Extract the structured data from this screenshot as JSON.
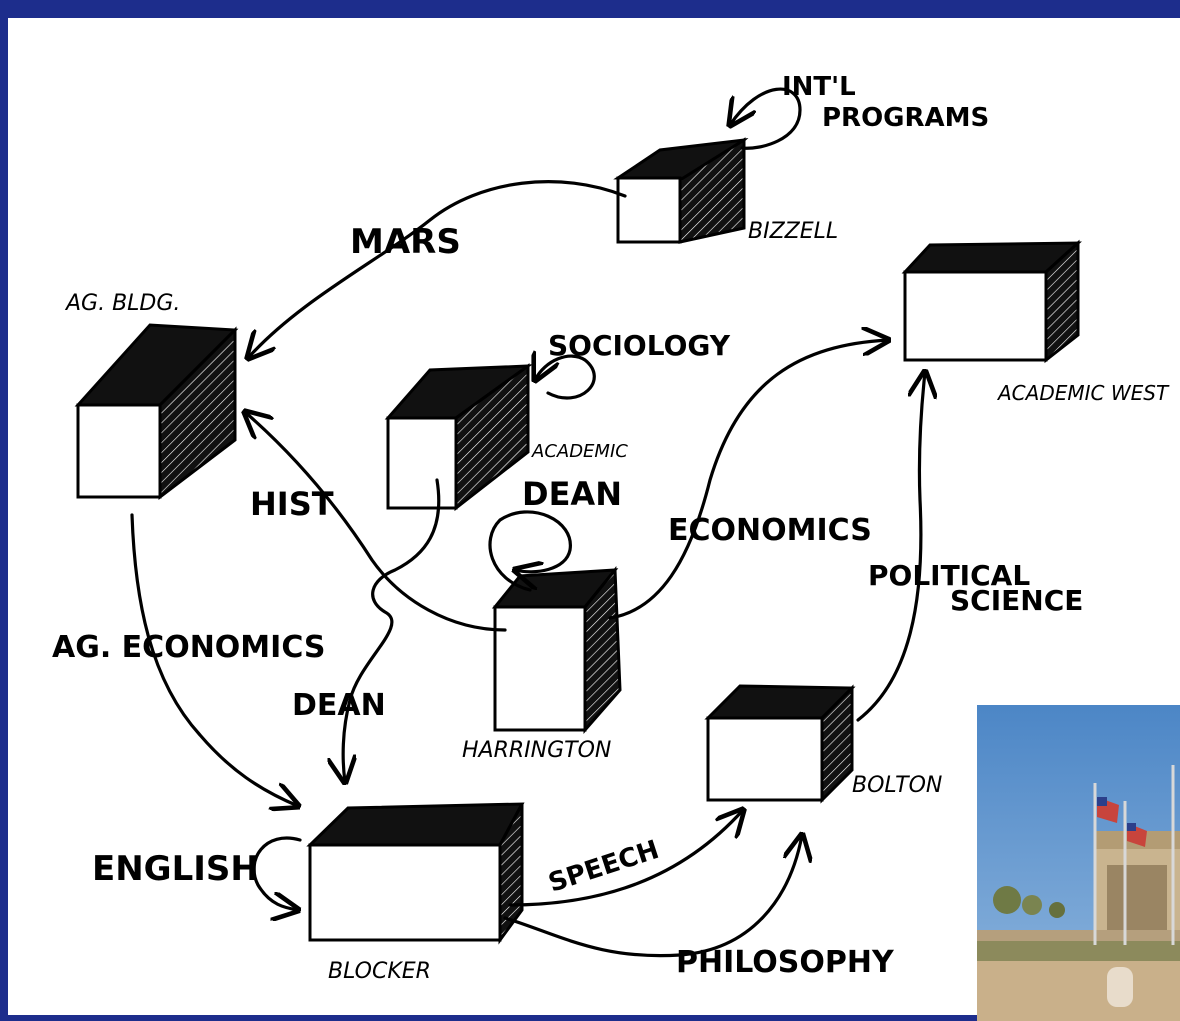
{
  "buildings": [
    {
      "id": "bizzell",
      "label": "BIZZELL"
    },
    {
      "id": "ag-bldg",
      "label": "AG. BLDG."
    },
    {
      "id": "academic-west",
      "label": "ACADEMIC WEST"
    },
    {
      "id": "academic",
      "label": "ACADEMIC"
    },
    {
      "id": "harrington",
      "label": "HARRINGTON"
    },
    {
      "id": "bolton",
      "label": "BOLTON"
    },
    {
      "id": "blocker",
      "label": "BLOCKER"
    }
  ],
  "departments": {
    "intl_programs_1": "INT'L",
    "intl_programs_2": "PROGRAMS",
    "mars": "MARS",
    "sociology": "SOCIOLOGY",
    "hist": "HIST",
    "dean_top": "DEAN",
    "economics": "ECONOMICS",
    "political_science_1": "POLITICAL",
    "political_science_2": "SCIENCE",
    "ag_economics": "AG. ECONOMICS",
    "dean_bottom": "DEAN",
    "english": "ENGLISH",
    "speech": "SPEECH",
    "philosophy": "PHILOSOPHY"
  },
  "colors": {
    "frame": "#1d2d8c",
    "ink": "#000000",
    "paper": "#ffffff"
  }
}
